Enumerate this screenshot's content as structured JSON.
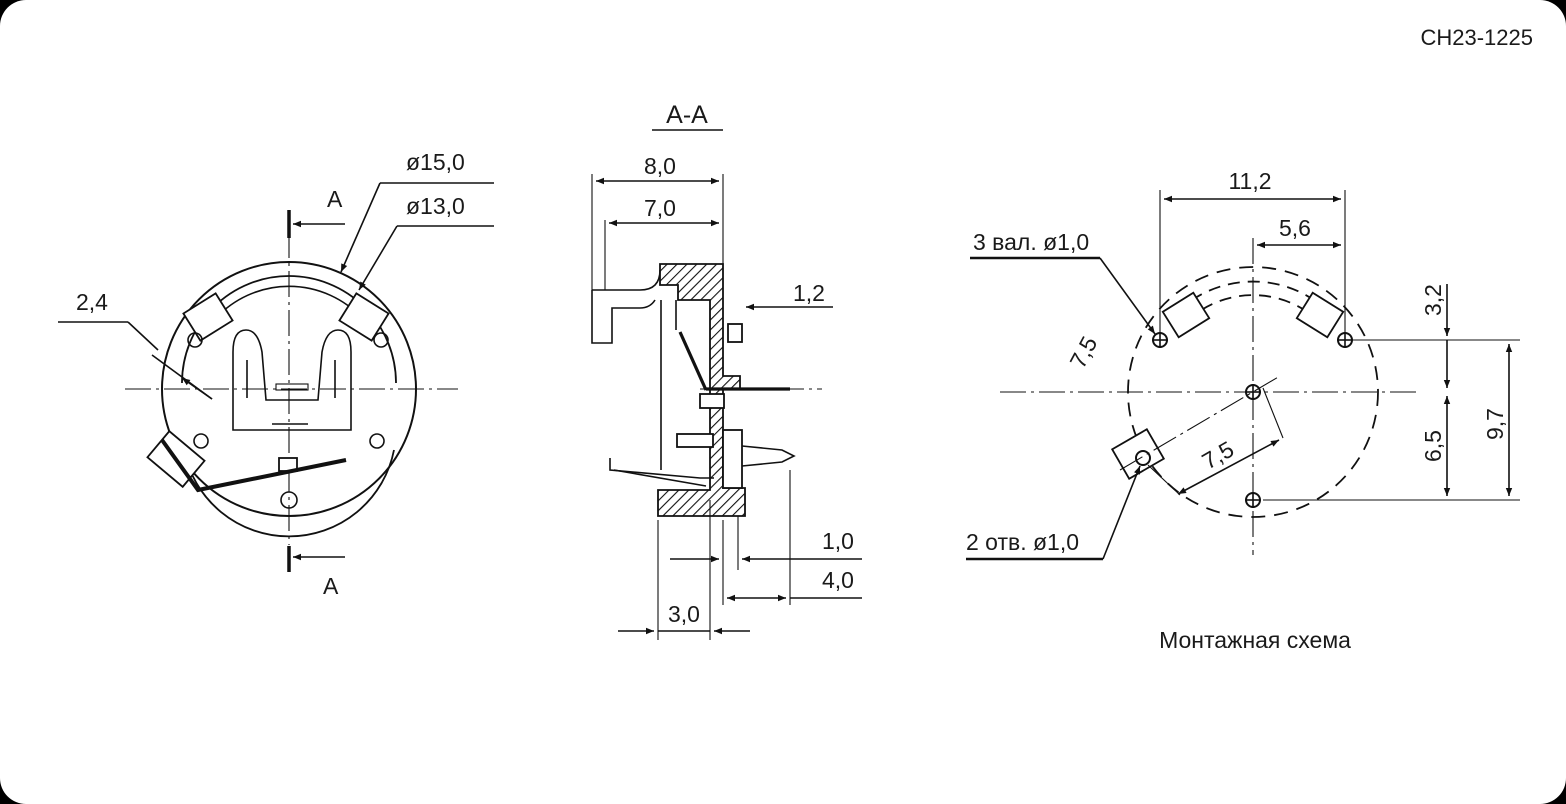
{
  "drawing_code": "CH23-1225",
  "front_view": {
    "section_mark_top": "A",
    "section_mark_bottom": "A",
    "dim_outer_diameter": "ø15,0",
    "dim_inner_diameter": "ø13,0",
    "dim_contact_width": "2,4"
  },
  "section_view": {
    "title": "A-A",
    "dim_overall_width": "8,0",
    "dim_body_width": "7,0",
    "dim_pin_offset": "1,2",
    "dim_pin_thickness": "1,0",
    "dim_pin_length": "4,0",
    "dim_base_height": "3,0"
  },
  "mounting_view": {
    "caption": "Монтажная схема",
    "label_pins": "3 вал. ø1,0",
    "label_holes": "2 отв. ø1,0",
    "dim_pin_span": "11,2",
    "dim_pin_half_span": "5,6",
    "dim_top_offset": "3,2",
    "dim_center_to_bottom": "6,5",
    "dim_total_height": "9,7",
    "dim_hole_distance": "7,5",
    "dim_pin_radius": "7,5"
  }
}
